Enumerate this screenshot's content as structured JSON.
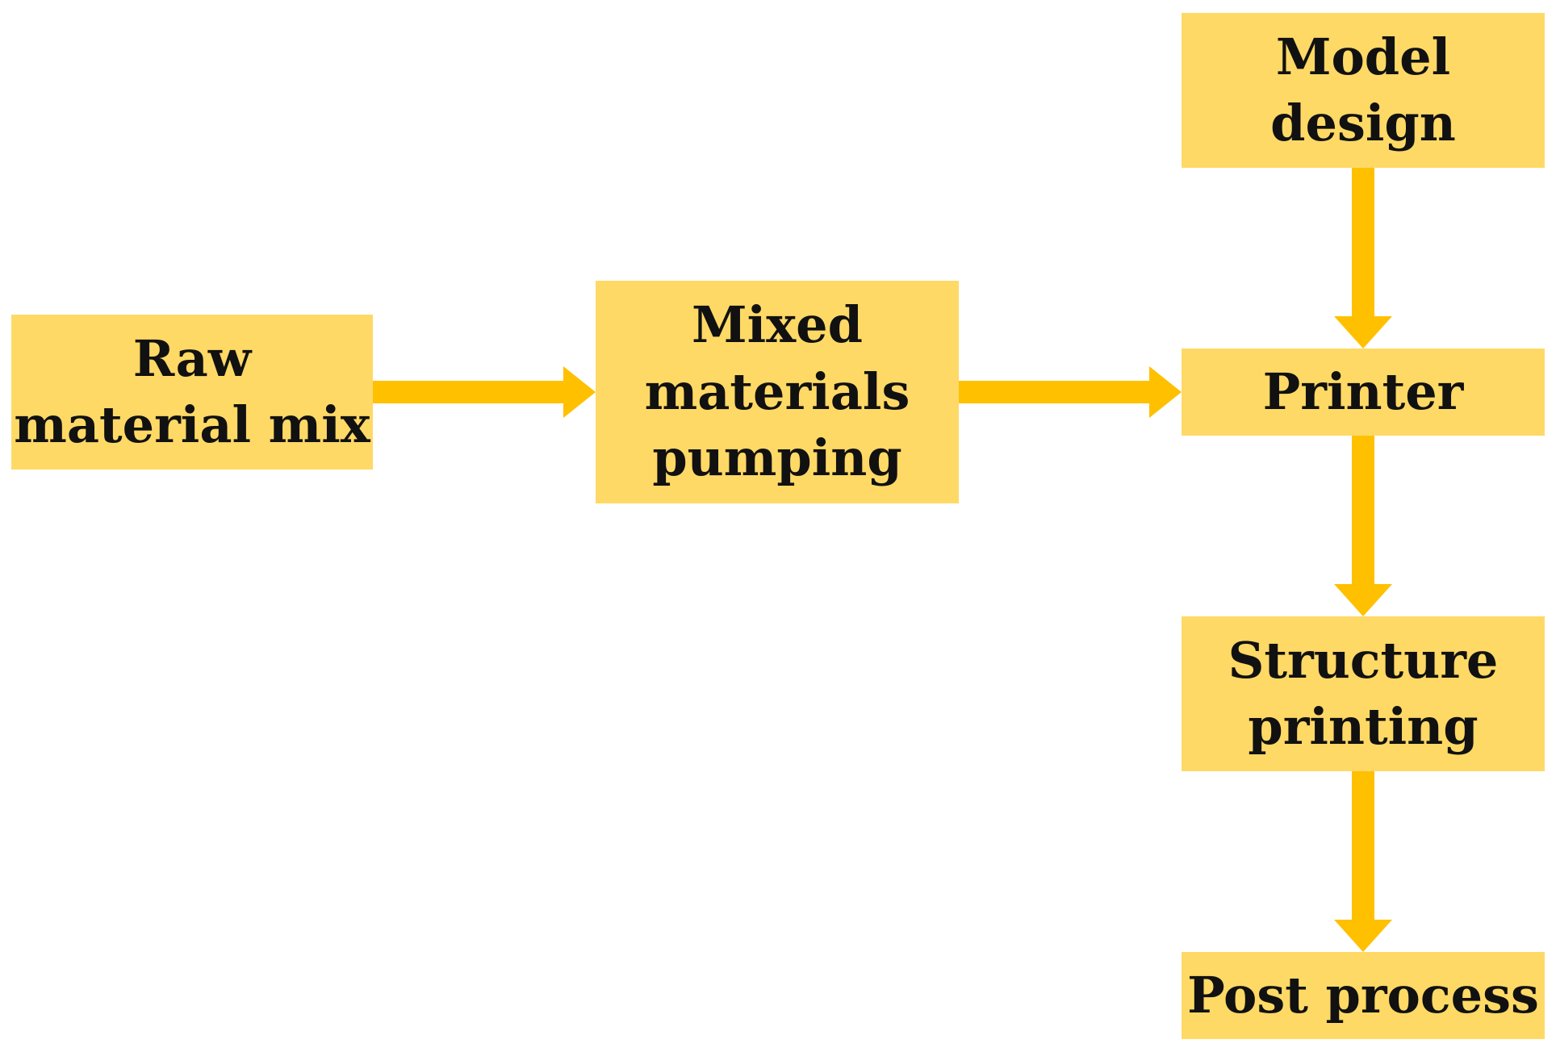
{
  "colors": {
    "box_fill": "#ffd966",
    "arrow": "#ffc000",
    "text": "#111111",
    "background": "#ffffff"
  },
  "nodes": {
    "raw_material_mix": "Raw\nmaterial mix",
    "mixed_materials_pumping": "Mixed\nmaterials\npumping",
    "model_design": "Model\ndesign",
    "printer": "Printer",
    "structure_printing": "Structure\nprinting",
    "post_process": "Post process"
  },
  "edges": [
    {
      "from": "raw_material_mix",
      "to": "mixed_materials_pumping"
    },
    {
      "from": "mixed_materials_pumping",
      "to": "printer"
    },
    {
      "from": "model_design",
      "to": "printer"
    },
    {
      "from": "printer",
      "to": "structure_printing"
    },
    {
      "from": "structure_printing",
      "to": "post_process"
    }
  ]
}
